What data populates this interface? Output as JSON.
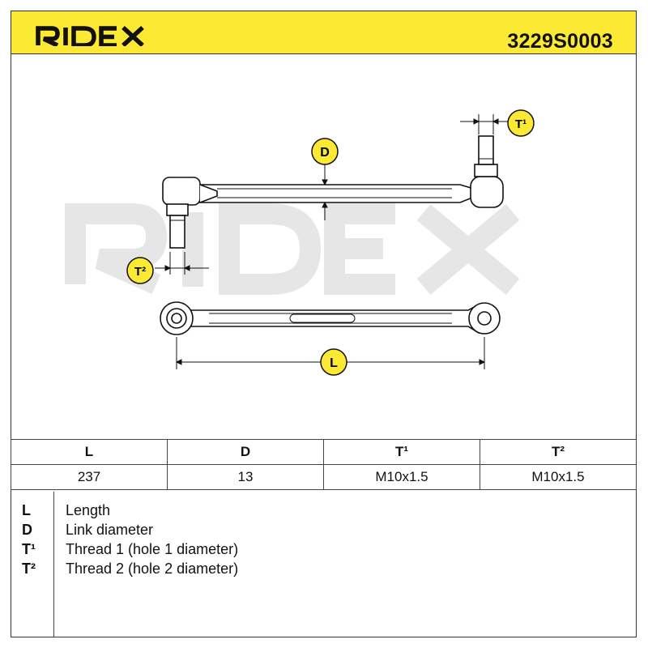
{
  "header": {
    "brand": "RIDEX",
    "part_number": "3229S0003",
    "background_color": "#fbe933"
  },
  "drawing": {
    "watermark": "RIDEX",
    "callouts": {
      "D": "D",
      "T1": "T¹",
      "T2": "T²",
      "L": "L"
    }
  },
  "specs_table": {
    "columns": [
      "L",
      "D",
      "T¹",
      "T²"
    ],
    "values": [
      "237",
      "13",
      "M10x1.5",
      "M10x1.5"
    ]
  },
  "legend": [
    {
      "key": "L",
      "description": "Length"
    },
    {
      "key": "D",
      "description": "Link diameter"
    },
    {
      "key": "T¹",
      "description": "Thread 1 (hole 1 diameter)"
    },
    {
      "key": "T²",
      "description": "Thread 2 (hole 2 diameter)"
    }
  ]
}
